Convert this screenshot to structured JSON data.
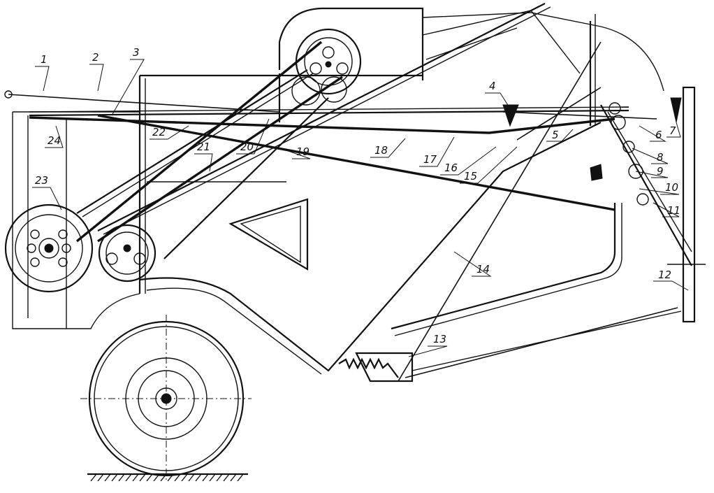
{
  "diagram": {
    "callouts": [
      {
        "label": "1"
      },
      {
        "label": "2"
      },
      {
        "label": "3"
      },
      {
        "label": "4"
      },
      {
        "label": "5"
      },
      {
        "label": "6"
      },
      {
        "label": "7"
      },
      {
        "label": "8"
      },
      {
        "label": "9"
      },
      {
        "label": "10"
      },
      {
        "label": "11"
      },
      {
        "label": "12"
      },
      {
        "label": "13"
      },
      {
        "label": "14"
      },
      {
        "label": "15"
      },
      {
        "label": "16"
      },
      {
        "label": "17"
      },
      {
        "label": "18"
      },
      {
        "label": "19"
      },
      {
        "label": "20"
      },
      {
        "label": "21"
      },
      {
        "label": "22"
      },
      {
        "label": "23"
      },
      {
        "label": "24"
      }
    ]
  }
}
